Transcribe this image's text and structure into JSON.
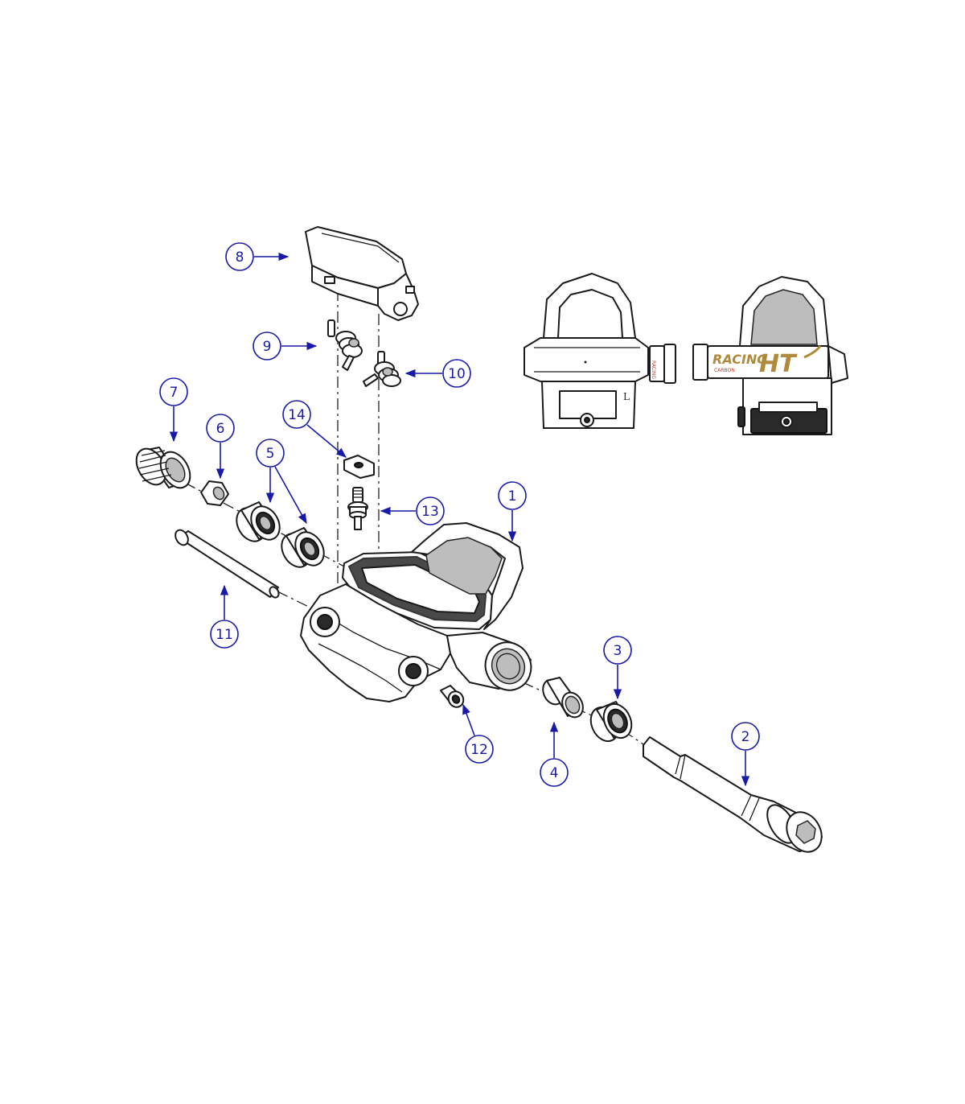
{
  "callouts": [
    {
      "id": "1",
      "label": "1"
    },
    {
      "id": "2",
      "label": "2"
    },
    {
      "id": "3",
      "label": "3"
    },
    {
      "id": "4",
      "label": "4"
    },
    {
      "id": "5",
      "label": "5"
    },
    {
      "id": "6",
      "label": "6"
    },
    {
      "id": "7",
      "label": "7"
    },
    {
      "id": "8",
      "label": "8"
    },
    {
      "id": "9",
      "label": "9"
    },
    {
      "id": "10",
      "label": "10"
    },
    {
      "id": "11",
      "label": "11"
    },
    {
      "id": "12",
      "label": "12"
    },
    {
      "id": "13",
      "label": "13"
    },
    {
      "id": "14",
      "label": "14"
    }
  ],
  "side_view_left": {
    "side_letter": "L"
  },
  "side_view_right": {
    "brand_word": "RACING",
    "model": "HT",
    "sub_brand": "CARBON"
  },
  "colors": {
    "callout": "#1a1aa8",
    "line": "#1a1a1a",
    "logo_gold": "#b08a3c",
    "logo_red": "#c0392b"
  }
}
